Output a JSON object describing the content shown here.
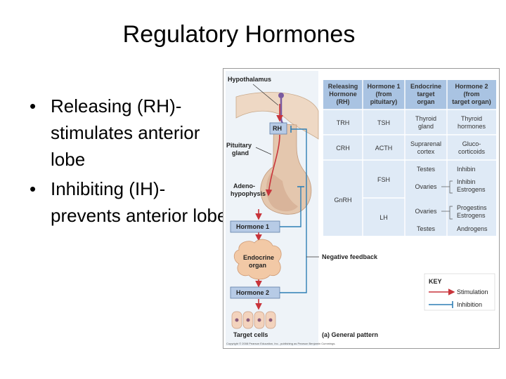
{
  "slide": {
    "title": "Regulatory Hormones",
    "bullets": [
      {
        "text": "Releasing (RH)- stimulates anterior lobe"
      },
      {
        "text": "Inhibiting (IH)- prevents anterior lobe"
      }
    ]
  },
  "diagram": {
    "labels": {
      "hypothalamus": "Hypothalamus",
      "rh": "RH",
      "pituitary_1": "Pituitary",
      "pituitary_2": "gland",
      "adeno_1": "Adeno-",
      "adeno_2": "hypophysis",
      "hormone1": "Hormone 1",
      "endocrine_1": "Endocrine",
      "endocrine_2": "organ",
      "hormone2": "Hormone 2",
      "target": "Target cells",
      "negative_feedback": "Negative feedback",
      "key": "KEY",
      "stimulation": "Stimulation",
      "inhibition": "Inhibition",
      "caption": "(a) General pattern",
      "copyright": "Copyright © 2008 Pearson Education, Inc., publishing as Pearson Benjamin Cummings."
    },
    "table": {
      "headers": [
        [
          "Releasing",
          "Hormone",
          "(RH)"
        ],
        [
          "Hormone 1",
          "(from",
          "pituitary)"
        ],
        [
          "Endocrine",
          "target",
          "organ"
        ],
        [
          "Hormone 2",
          "(from",
          "target organ)"
        ]
      ],
      "rows": {
        "trh": {
          "rh": "TRH",
          "h1": "TSH",
          "organ": [
            "Thyroid",
            "gland"
          ],
          "h2": [
            "Thyroid",
            "hormones"
          ]
        },
        "crh": {
          "rh": "CRH",
          "h1": "ACTH",
          "organ": [
            "Suprarenal",
            "cortex"
          ],
          "h2": [
            "Gluco-",
            "corticoids"
          ]
        },
        "gnrh": {
          "rh": "GnRH",
          "fsh": "FSH",
          "lh": "LH",
          "testes_fsh": "Testes",
          "ovaries_fsh": "Ovaries",
          "inhibin_a": "Inhibin",
          "inhibin_b": "Inhibin",
          "estrogens_a": "Estrogens",
          "ovaries_lh": "Ovaries",
          "testes_lh": "Testes",
          "progestins": "Progestins",
          "estrogens_b": "Estrogens",
          "androgens": "Androgens"
        }
      }
    },
    "colors": {
      "table_header": "#a9c3e2",
      "table_body": "#dfeaf6",
      "hormone_box": "#b7cbe6",
      "hypothalamus": "#eed8c4",
      "pituitary": "#e4c7ae",
      "stimulation": "#c8343b",
      "inhibition": "#2f7fb5",
      "endocrine": "#f2c9a6",
      "target": "#f3d3bd"
    }
  }
}
